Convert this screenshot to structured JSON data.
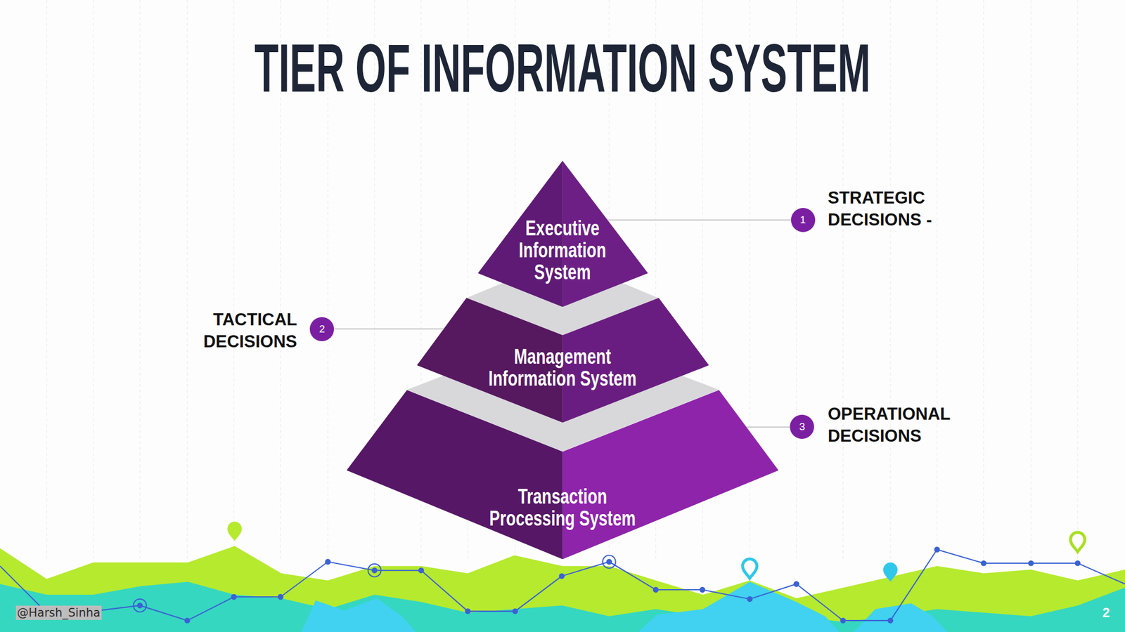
{
  "diagram": {
    "title": "TIER OF INFORMATION SYSTEM",
    "nodes": [
      {
        "text": [
          "Executive Information System"
        ]
      },
      {
        "text": [
          "Management Information System"
        ]
      },
      {
        "text": [
          "Transaction Processing System"
        ]
      },
      {
        "text": [
          "1",
          "STRATEGIC DECISIONS -"
        ]
      },
      {
        "text": [
          "2",
          "TACTICAL DECISIONS"
        ]
      },
      {
        "text": [
          "3",
          "OPERATIONAL DECISIONS"
        ]
      }
    ],
    "edges": [
      {
        "from": 3,
        "to": 0,
        "arrow": "none"
      },
      {
        "from": 4,
        "to": 1,
        "arrow": "none"
      },
      {
        "from": 5,
        "to": 2,
        "arrow": "none"
      }
    ],
    "labels": [
      "@Harsh_Sinha",
      "2"
    ]
  }
}
